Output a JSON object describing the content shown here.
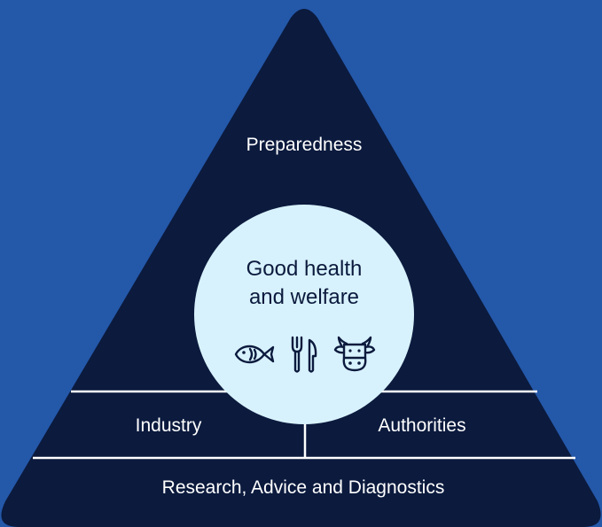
{
  "colors": {
    "background": "#2458a9",
    "pyramid": "#0b1a3d",
    "circle": "#d8f2fd",
    "divider": "#ffffff",
    "label_text": "#ffffff",
    "center_text": "#0b1a3d"
  },
  "pyramid": {
    "top_label": "Preparedness",
    "middle_left_label": "Industry",
    "middle_right_label": "Authorities",
    "base_label": "Research, Advice and Diagnostics"
  },
  "center": {
    "title_line1": "Good health",
    "title_line2": "and welfare",
    "icons": [
      "fish-icon",
      "fork-knife-icon",
      "cow-icon"
    ]
  }
}
